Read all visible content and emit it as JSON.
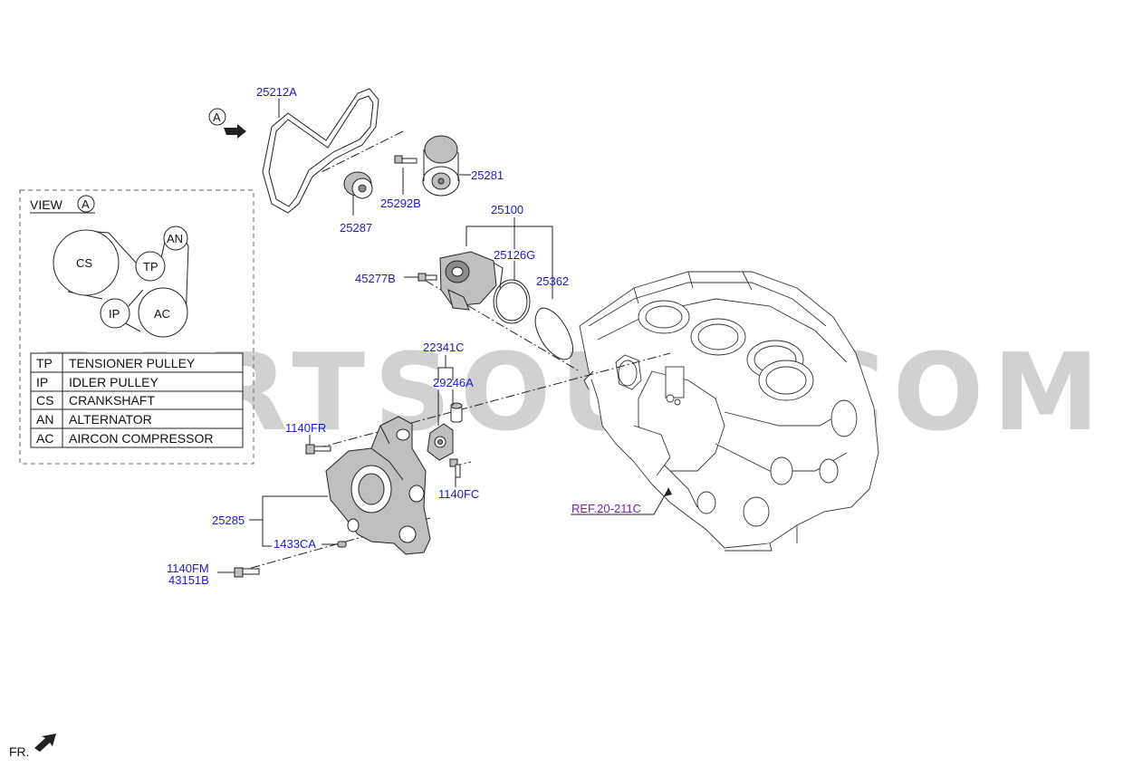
{
  "callouts": {
    "belt": "25212A",
    "tensioner": "25281",
    "bolt_tensioner": "25292B",
    "idler": "25287",
    "pump_assy": "25100",
    "gasket": "25126G",
    "oring": "25362",
    "pump_bolt": "45277B",
    "fitting_a": "22341C",
    "fitting_b": "29246A",
    "bolt_fr": "1140FR",
    "bolt_fc": "1140FC",
    "bracket": "25285",
    "pin": "1433CA",
    "bolt_fm": "1140FM",
    "bolt_b": "43151B",
    "ref": "REF.20-211C"
  },
  "view_marker": "A",
  "view_box": {
    "title": "VIEW",
    "marker": "A",
    "pulleys": {
      "cs": "CS",
      "tp": "TP",
      "an": "AN",
      "ip": "IP",
      "ac": "AC"
    },
    "legend": [
      {
        "code": "TP",
        "name": "TENSIONER PULLEY"
      },
      {
        "code": "IP",
        "name": "IDLER PULLEY"
      },
      {
        "code": "CS",
        "name": "CRANKSHAFT"
      },
      {
        "code": "AN",
        "name": "ALTERNATOR"
      },
      {
        "code": "AC",
        "name": "AIRCON COMPRESSOR"
      }
    ]
  },
  "front_label": "FR.",
  "watermark": "PARTSOUQ.COM"
}
